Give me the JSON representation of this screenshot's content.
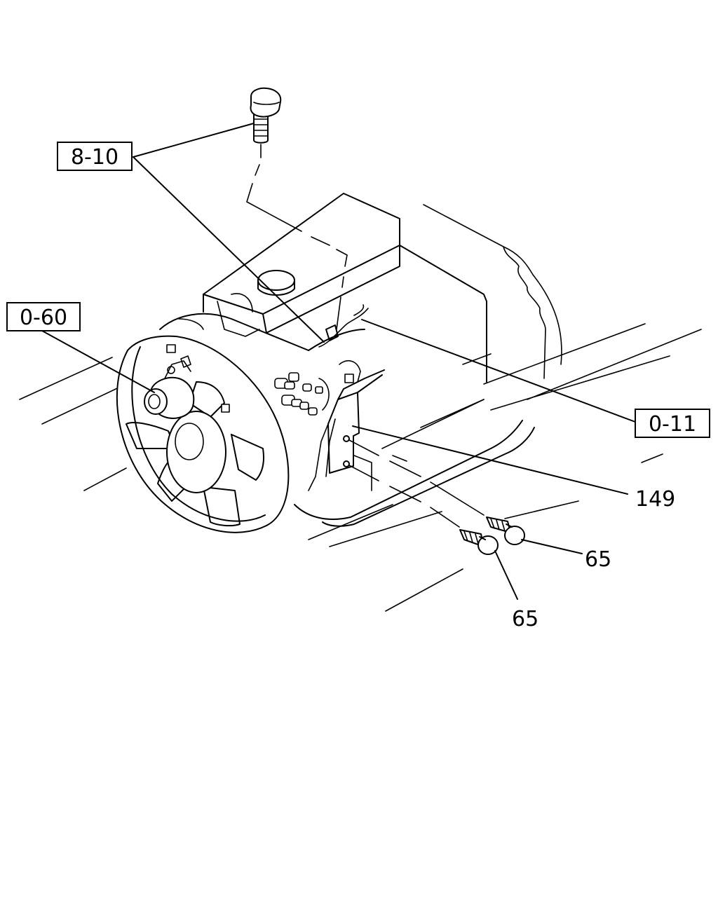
{
  "diagram": {
    "callouts_boxed": [
      {
        "id": "ref-8-10",
        "text": "8-10"
      },
      {
        "id": "ref-0-60",
        "text": "0-60"
      },
      {
        "id": "ref-0-11",
        "text": "0-11"
      }
    ],
    "callouts_plain": [
      {
        "id": "part-149",
        "text": "149"
      },
      {
        "id": "part-65-upper",
        "text": "65"
      },
      {
        "id": "part-65-lower",
        "text": "65"
      }
    ]
  }
}
